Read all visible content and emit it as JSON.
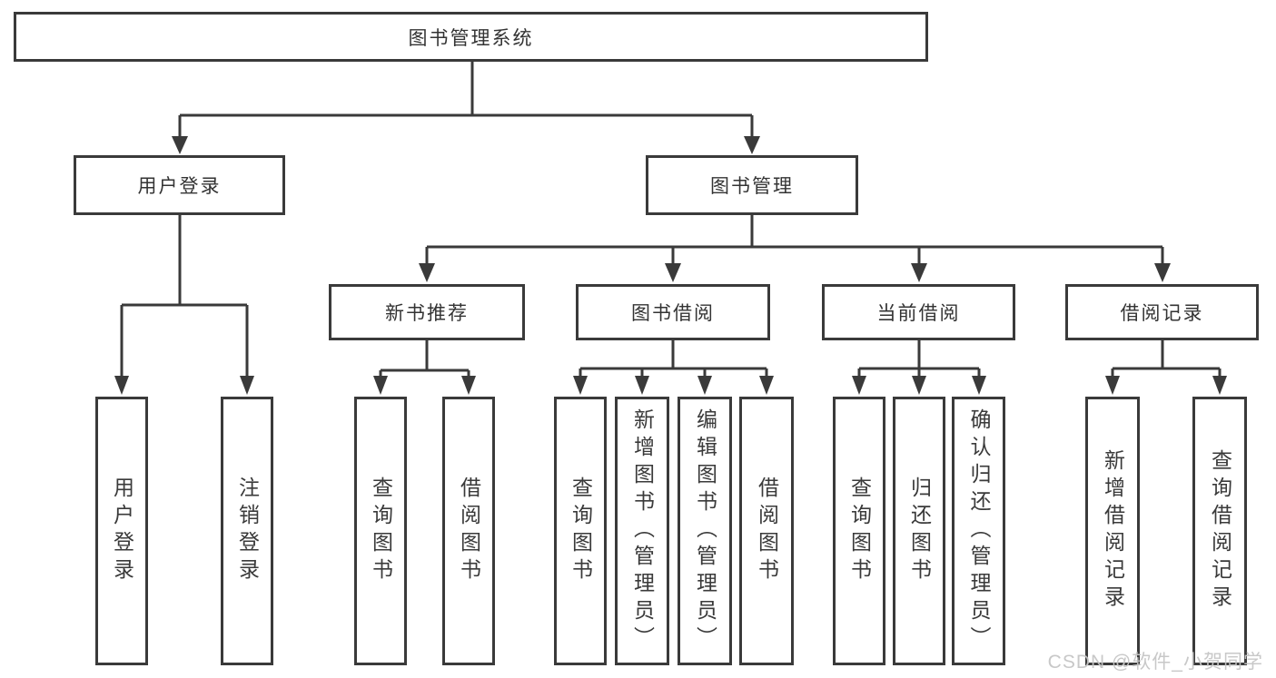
{
  "colors": {
    "line": "#3a3a3a",
    "box_border": "#3a3a3a",
    "text": "#333333",
    "background": "#ffffff",
    "watermark": "#c5c5c5"
  },
  "watermark": "CSDN @软件_小贺同学",
  "tree": {
    "root": {
      "label": "图书管理系统"
    },
    "user_login": {
      "label": "用户登录",
      "children": [
        {
          "label": "用户登录"
        },
        {
          "label": "注销登录"
        }
      ]
    },
    "book_management": {
      "label": "图书管理",
      "sections": [
        {
          "label": "新书推荐",
          "children": [
            {
              "label": "查询图书"
            },
            {
              "label": "借阅图书"
            }
          ]
        },
        {
          "label": "图书借阅",
          "children": [
            {
              "label": "查询图书"
            },
            {
              "label": "新增图书（管理员）"
            },
            {
              "label": "编辑图书（管理员）"
            },
            {
              "label": "借阅图书"
            }
          ]
        },
        {
          "label": "当前借阅",
          "children": [
            {
              "label": "查询图书"
            },
            {
              "label": "归还图书"
            },
            {
              "label": "确认归还（管理员）"
            }
          ]
        },
        {
          "label": "借阅记录",
          "children": [
            {
              "label": "新增借阅记录"
            },
            {
              "label": "查询借阅记录"
            }
          ]
        }
      ]
    }
  }
}
